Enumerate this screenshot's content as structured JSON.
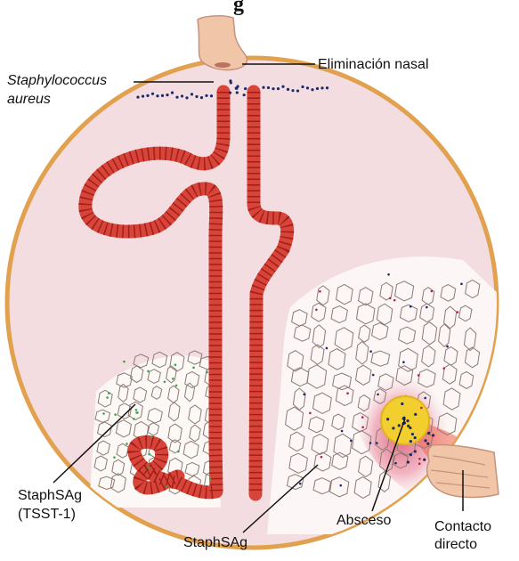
{
  "heading_fragment": "g",
  "labels": {
    "bacteria_line1": "Staphylococcus",
    "bacteria_line2": "aureus",
    "nasal": "Eliminación nasal",
    "staphsag_tsst_line1": "StaphSAg",
    "staphsag_tsst_line2": "(TSST-1)",
    "staphsag_center": "StaphSAg",
    "abscess": "Absceso",
    "contact_line1": "Contacto",
    "contact_line2": "directo"
  },
  "colors": {
    "body_fill": "#f3dde1",
    "body_outline": "#e1a14f",
    "tract_red": "#d9443a",
    "tract_dark": "#9e2117",
    "abscess_yellow": "#f2cf2e",
    "inflammation": "#e67f95",
    "skin": "#f1c6a8",
    "tissue_line": "#8c7a72"
  }
}
